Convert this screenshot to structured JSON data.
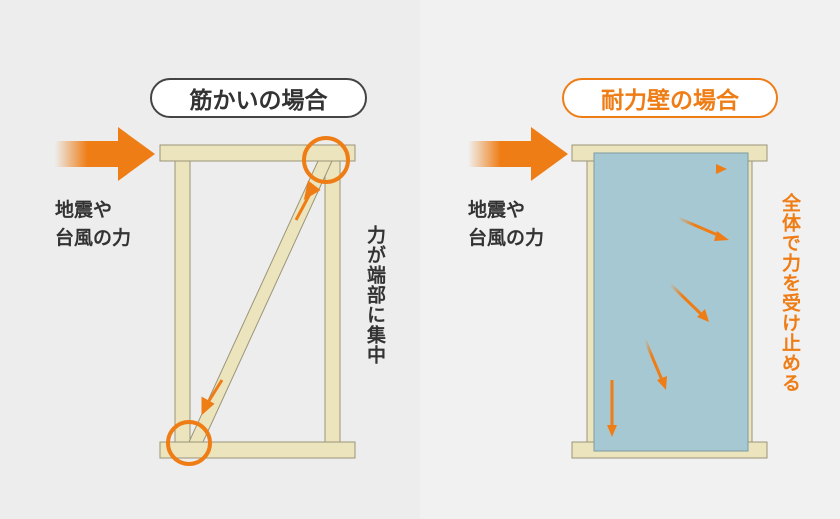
{
  "left": {
    "title": "筋かいの場合",
    "force_line1": "地震や",
    "force_line2": "台風の力",
    "note": "力が端部に集中"
  },
  "right": {
    "title": "耐力壁の場合",
    "force_line1": "地震や",
    "force_line2": "台風の力",
    "note": "全体で力を受け止める"
  },
  "colors": {
    "accent": "#ef7d16",
    "wood": "#ebe4bd",
    "panel": "#a5c8d3",
    "text": "#333333"
  }
}
